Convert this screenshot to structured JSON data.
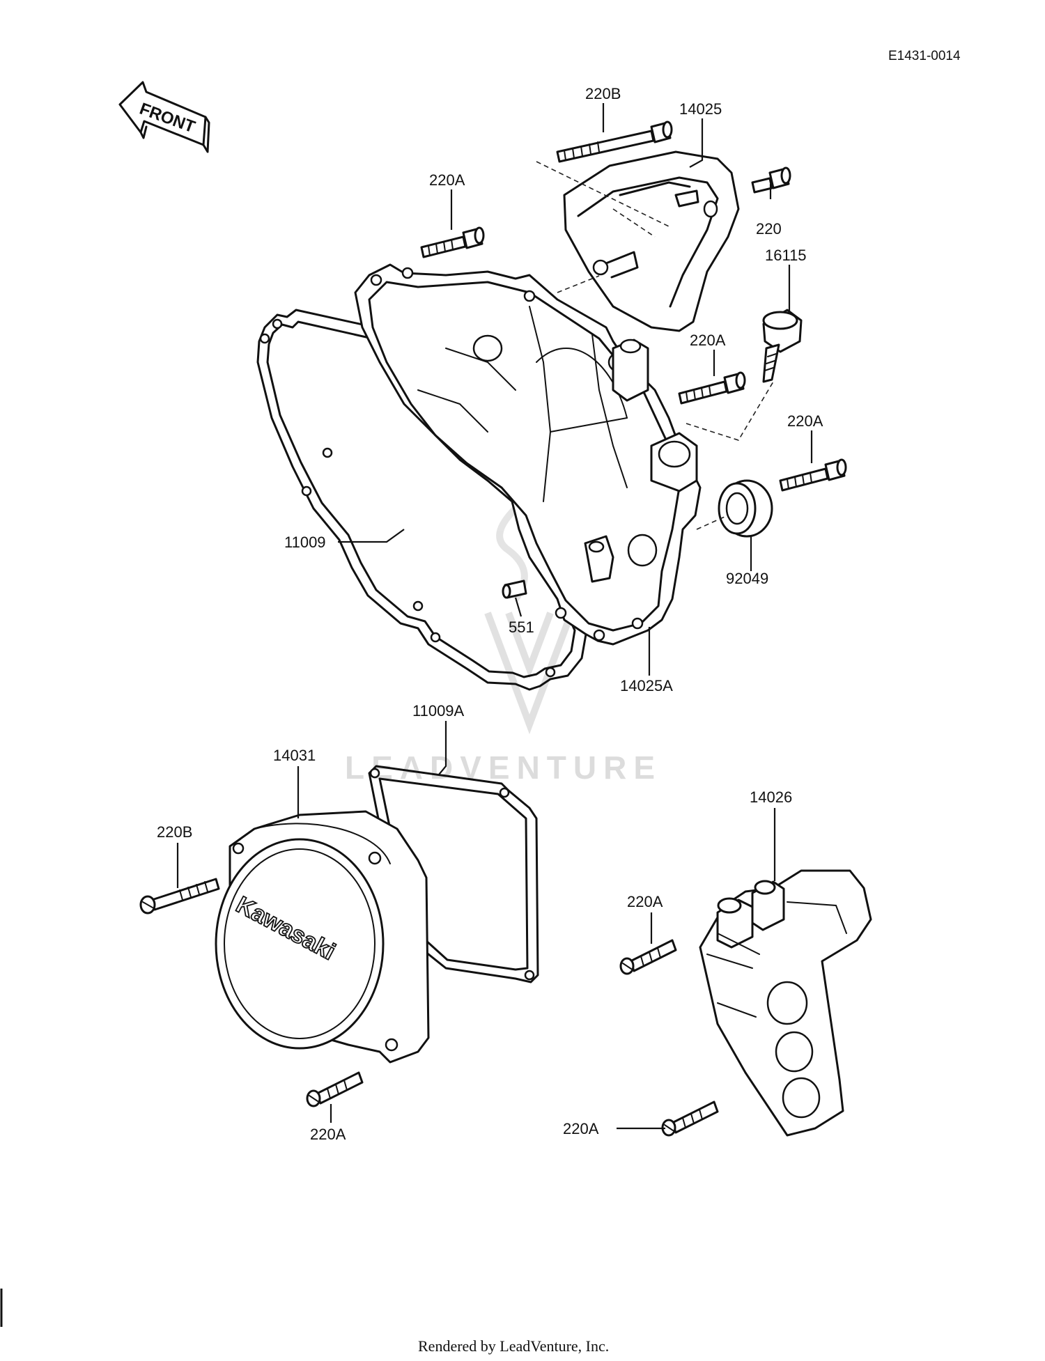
{
  "diagram_code": "E1431-0014",
  "front_label": "FRONT",
  "brand_text": "Kawasaki",
  "watermark": "LEADVENTURE",
  "footer": "Rendered by LeadVenture, Inc.",
  "parts": [
    {
      "id": "p-220b-top",
      "label": "220B"
    },
    {
      "id": "p-14025",
      "label": "14025"
    },
    {
      "id": "p-220a-top",
      "label": "220A"
    },
    {
      "id": "p-220-right",
      "label": "220"
    },
    {
      "id": "p-16115",
      "label": "16115"
    },
    {
      "id": "p-220a-mid",
      "label": "220A"
    },
    {
      "id": "p-220a-right",
      "label": "220A"
    },
    {
      "id": "p-11009",
      "label": "11009"
    },
    {
      "id": "p-92049",
      "label": "92049"
    },
    {
      "id": "p-551",
      "label": "551"
    },
    {
      "id": "p-14025a",
      "label": "14025A"
    },
    {
      "id": "p-11009a",
      "label": "11009A"
    },
    {
      "id": "p-14031",
      "label": "14031"
    },
    {
      "id": "p-220b-left",
      "label": "220B"
    },
    {
      "id": "p-14026",
      "label": "14026"
    },
    {
      "id": "p-220a-lower",
      "label": "220A"
    },
    {
      "id": "p-220a-bottom-left",
      "label": "220A"
    },
    {
      "id": "p-220a-bottom-right",
      "label": "220A"
    }
  ]
}
